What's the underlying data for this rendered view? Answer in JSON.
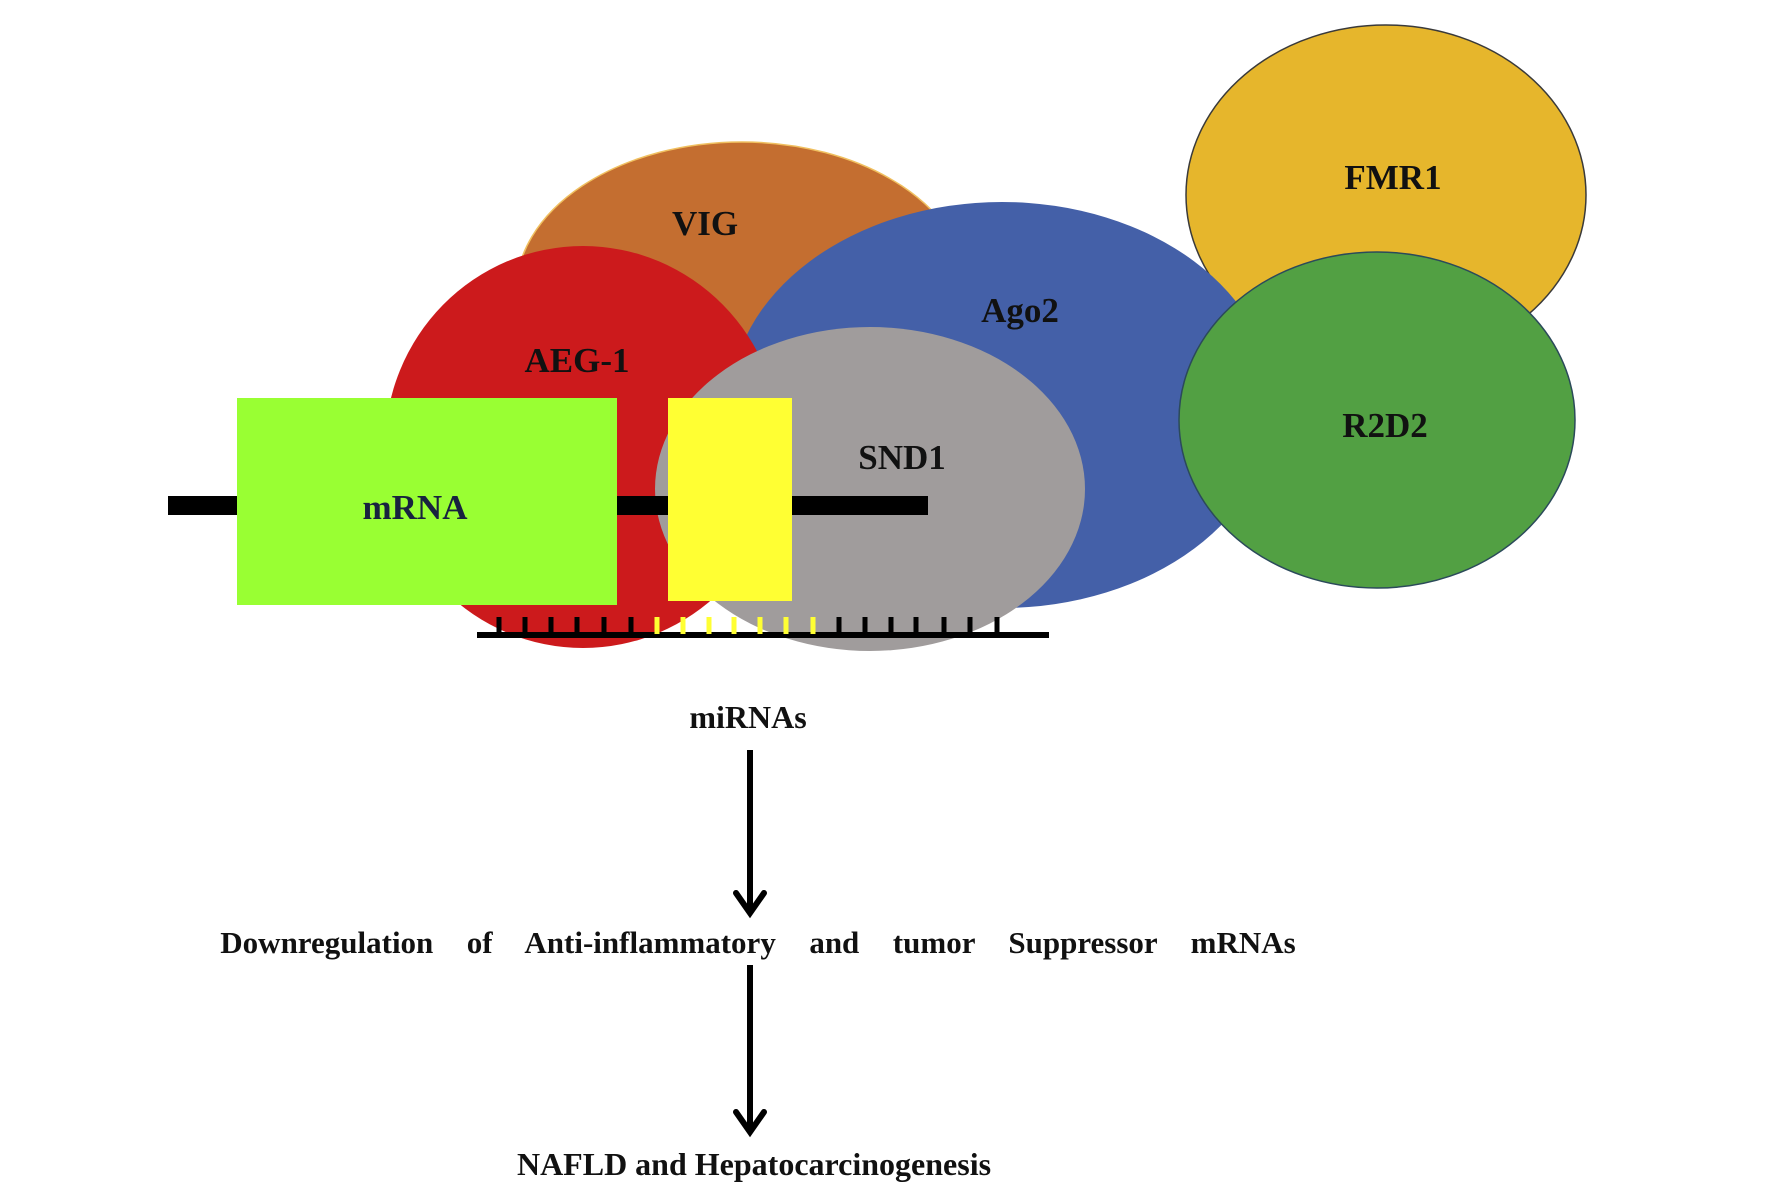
{
  "figure": {
    "proteins": [
      {
        "id": "vig",
        "label": "VIG",
        "color": "#C46E30"
      },
      {
        "id": "ago2",
        "label": "Ago2",
        "color": "#4460A8"
      },
      {
        "id": "aeg1",
        "label": "AEG-1",
        "color": "#CC1A1C"
      },
      {
        "id": "snd1",
        "label": "SND1",
        "color": "#A09C9C"
      },
      {
        "id": "fmr1",
        "label": "FMR1",
        "color": "#E6B62C"
      },
      {
        "id": "r2d2",
        "label": "R2D2",
        "color": "#52A043"
      }
    ],
    "mrna": {
      "label": "mRNA",
      "color": "#99FF33"
    },
    "binding_site": {
      "color": "#FFFF33"
    },
    "mirna": {
      "label": "miRNAs"
    },
    "pathway": [
      "Downregulation  of  Anti-inflammatory  and  tumor  Suppressor  mRNAs",
      "NAFLD and Hepatocarcinogenesis"
    ]
  }
}
